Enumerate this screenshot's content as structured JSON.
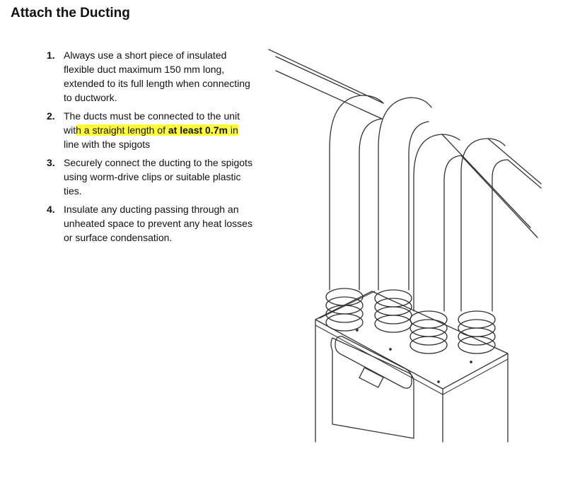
{
  "page": {
    "title": "Attach the Ducting"
  },
  "steps": [
    {
      "num": "1.",
      "text": "Always use a short piece of insulated flexible duct maximum 150 mm long, extended to its full length when connecting to ductwork."
    },
    {
      "num": "2.",
      "pre": "The ducts must be connected to the unit wit",
      "highlight_pre": "h a straight length of ",
      "highlight_bold": "at least 0.7m",
      "highlight_post": " in",
      "post": " line with the spigots"
    },
    {
      "num": "3.",
      "text": "Securely connect the ducting to the spigots using worm-drive clips or suitable plastic ties."
    },
    {
      "num": "4.",
      "text": "Insulate any ducting passing through an unheated space to prevent any heat losses or surface condensation."
    }
  ],
  "colors": {
    "highlight": "#ffff33",
    "line": "#333333"
  },
  "illustration": {
    "subject": "ventilation unit with four insulated flexible ducts"
  }
}
